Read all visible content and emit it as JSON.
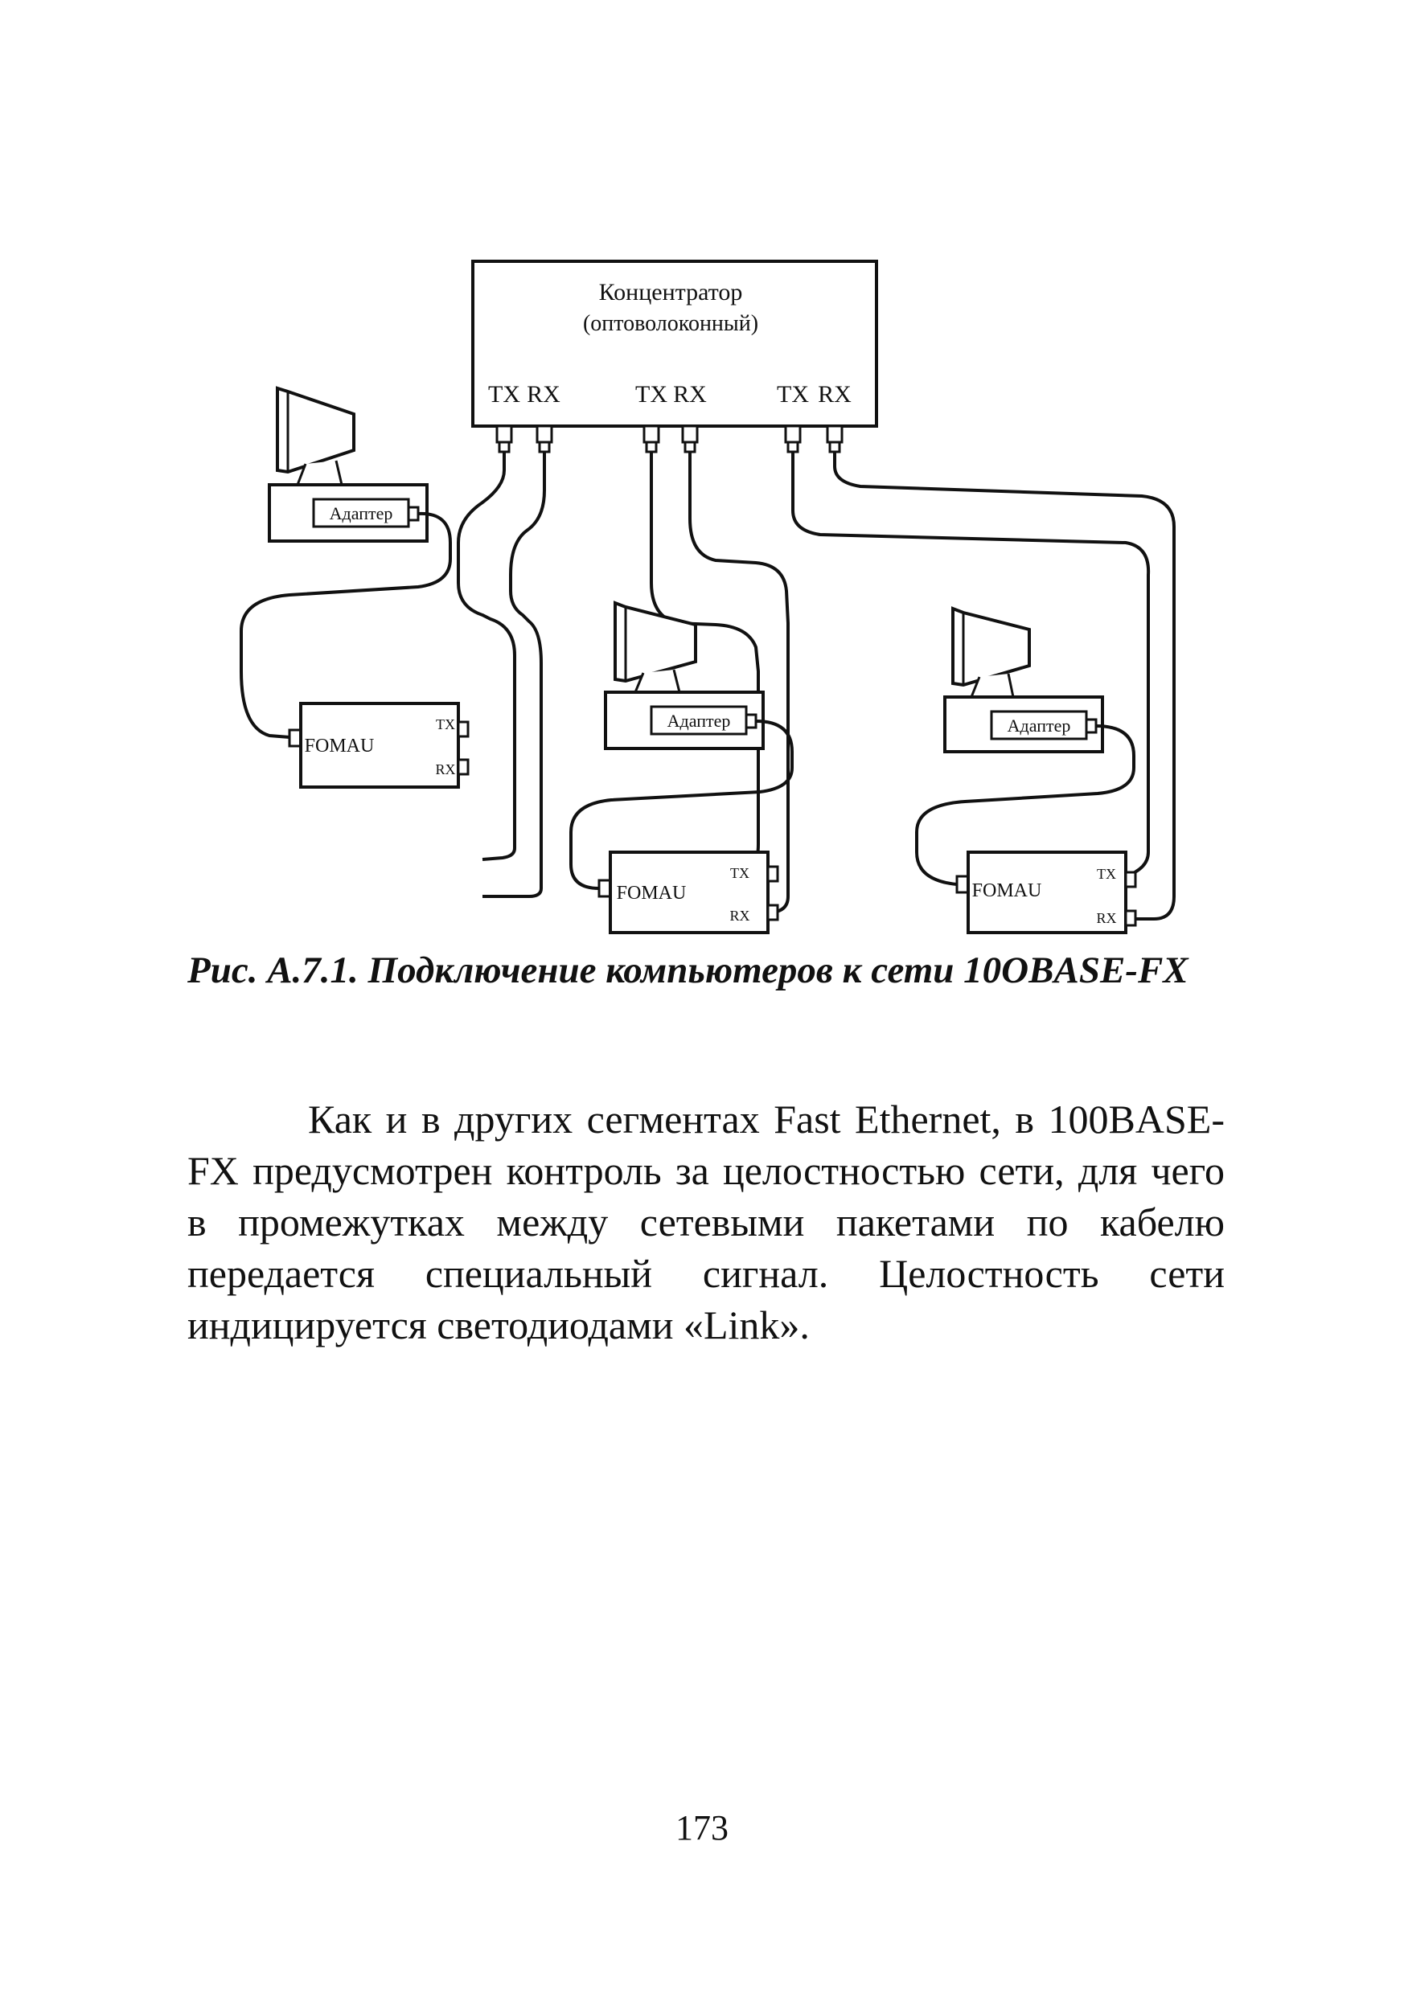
{
  "figure": {
    "hub_title_line1": "Концентратор",
    "hub_title_line2": "(оптоволоконный)",
    "port_tx": "TX",
    "port_rx": "RX",
    "adapter_label": "Адаптер",
    "fomau_label": "FOMAU",
    "computer_icon": "computer-monitor-icon"
  },
  "caption": {
    "text": "Рис. А.7.1. Подключение компьютеров к сети 10OBASE-FX"
  },
  "body": {
    "paragraph": "Как и в других сегментах Fast Ethernet, в 100BASE-FX предусмотрен контроль за целостностью сети, для чего в промежутках между сетевыми пакетами по кабелю передается специальный сигнал. Целостность сети индицируется светодиодами «Link»."
  },
  "page_number": "173"
}
